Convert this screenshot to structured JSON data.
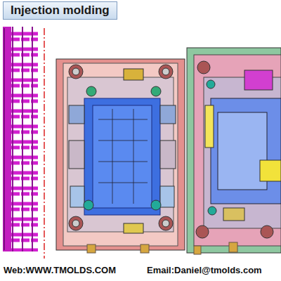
{
  "diagram": {
    "title": "Injection molding",
    "labels": [
      "Web:WWW.TMOLDS.COM",
      "Email:Daniel@tmolds.com"
    ]
  }
}
